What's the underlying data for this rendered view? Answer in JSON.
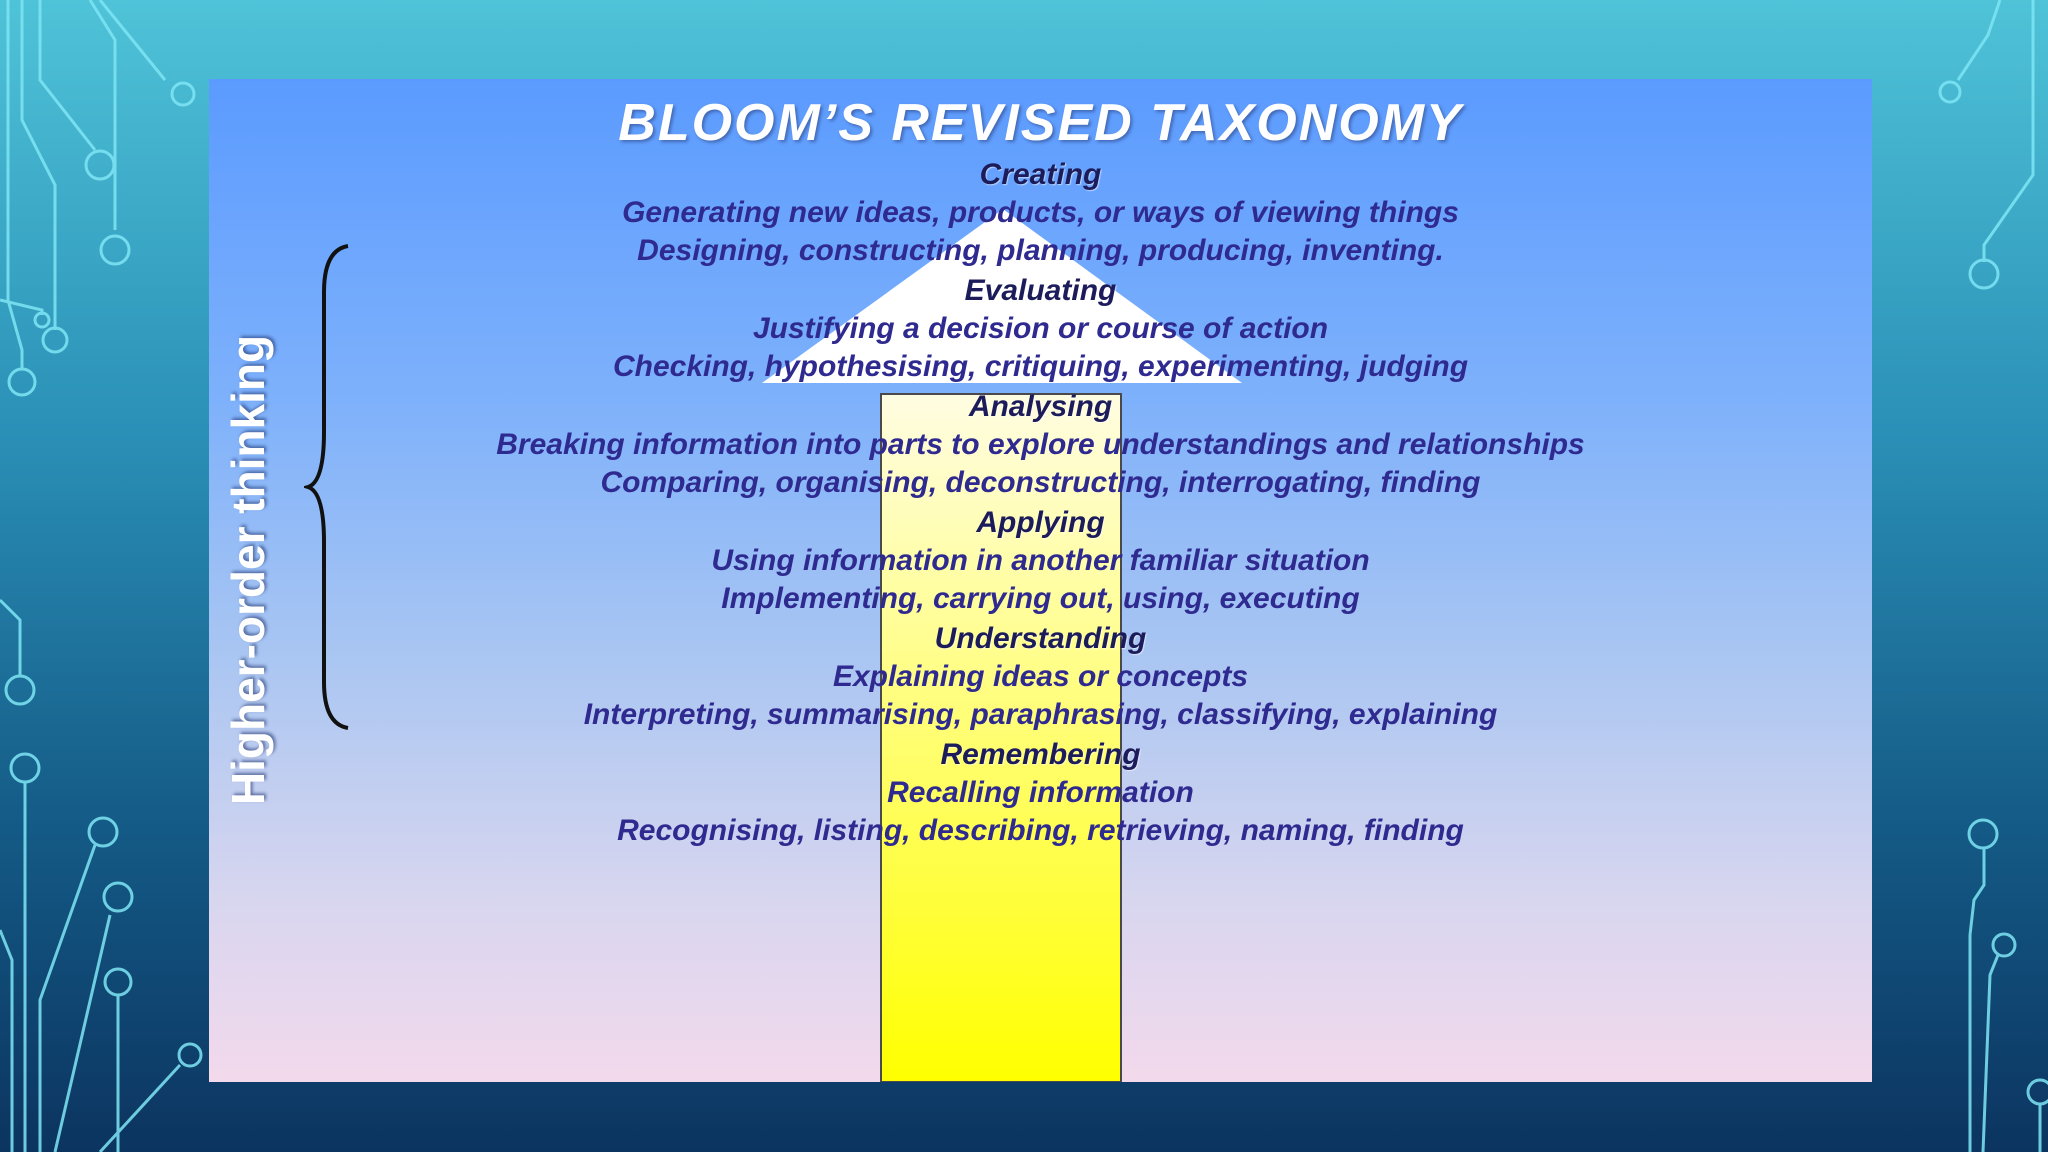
{
  "title": "BLOOM’S REVISED TAXONOMY",
  "side_label": "Higher-order thinking",
  "levels": [
    {
      "name": "Creating",
      "line1": "Generating new ideas, products, or ways of viewing things",
      "line2": "Designing, constructing, planning, producing, inventing."
    },
    {
      "name": "Evaluating",
      "line1": "Justifying a decision or course of action",
      "line2": "Checking, hypothesising, critiquing, experimenting, judging"
    },
    {
      "name": "Analysing",
      "line1": "Breaking information into parts to explore understandings and relationships",
      "line2": "Comparing, organising, deconstructing, interrogating, finding"
    },
    {
      "name": "Applying",
      "line1": "Using information in another familiar situation",
      "line2": "Implementing, carrying out, using, executing"
    },
    {
      "name": "Understanding",
      "line1": "Explaining ideas or concepts",
      "line2": "Interpreting, summarising, paraphrasing, classifying, explaining"
    },
    {
      "name": "Remembering",
      "line1": "Recalling information",
      "line2": "Recognising, listing, describing, retrieving, naming, finding"
    }
  ],
  "colors": {
    "arrow_head": "#ffffff",
    "arrow_shaft_top": "#fffde2",
    "arrow_shaft_bottom": "#ffff00",
    "level_name": "#1c1c5a",
    "level_text": "#2f2a8f"
  }
}
